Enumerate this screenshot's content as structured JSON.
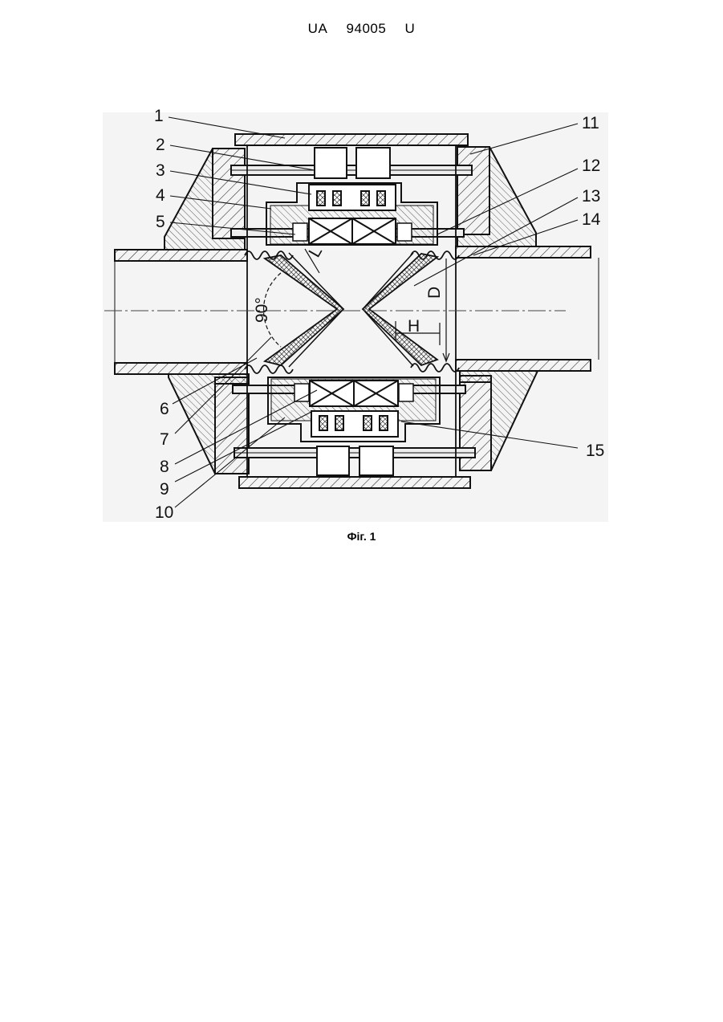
{
  "header": {
    "country": "UA",
    "number": "94005",
    "kind": "U"
  },
  "figure": {
    "caption": "Фіг. 1",
    "labels": [
      "1",
      "2",
      "3",
      "4",
      "5",
      "6",
      "7",
      "8",
      "9",
      "10",
      "11",
      "12",
      "13",
      "14",
      "15"
    ],
    "dims": {
      "angle": "90°",
      "length": "L",
      "height": "H",
      "diameter": "D"
    }
  }
}
